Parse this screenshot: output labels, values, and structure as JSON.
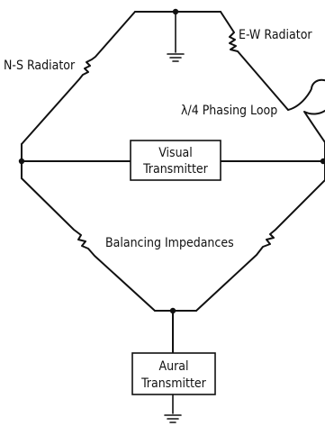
{
  "labels": {
    "ns_radiator": "N-S Radiator",
    "ew_radiator": "E-W Radiator",
    "phasing_loop": "λ/4 Phasing Loop",
    "balancing_impedances": "Balancing Impedances"
  },
  "boxes": {
    "visual_transmitter": [
      "Visual",
      "Transmitter"
    ],
    "aural_transmitter": [
      "Aural",
      "Transmitter"
    ]
  }
}
